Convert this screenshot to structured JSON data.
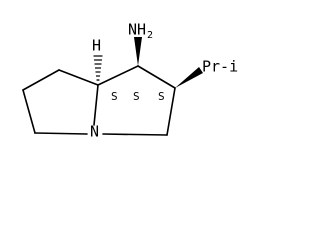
{
  "molecule": {
    "atoms": {
      "amine_n": "N",
      "amine_h": "H",
      "amine_h_count": "2",
      "ring_n": "N",
      "bridge_h": "H",
      "substituent": "Pr-i"
    },
    "stereo_labels": {
      "c_amine": "S",
      "c_isopropyl": "S",
      "c_bridgehead": "S"
    }
  }
}
